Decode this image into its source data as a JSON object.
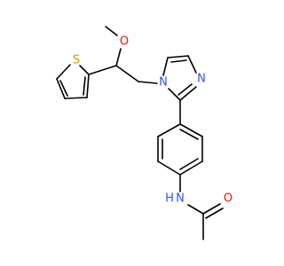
{
  "atoms": {
    "methoxy_o": {
      "symbol": "O",
      "color": "#ff0d0d"
    },
    "thiophene_s": {
      "symbol": "S",
      "color": "#c8a000"
    },
    "imidazole_n1": {
      "symbol": "N",
      "color": "#3050f8"
    },
    "imidazole_n3": {
      "symbol": "N",
      "color": "#3050f8"
    },
    "amide_nh": {
      "symbol": "N",
      "color": "#3050f8",
      "h": "H"
    },
    "carbonyl_o": {
      "symbol": "O",
      "color": "#ff0d0d"
    }
  }
}
